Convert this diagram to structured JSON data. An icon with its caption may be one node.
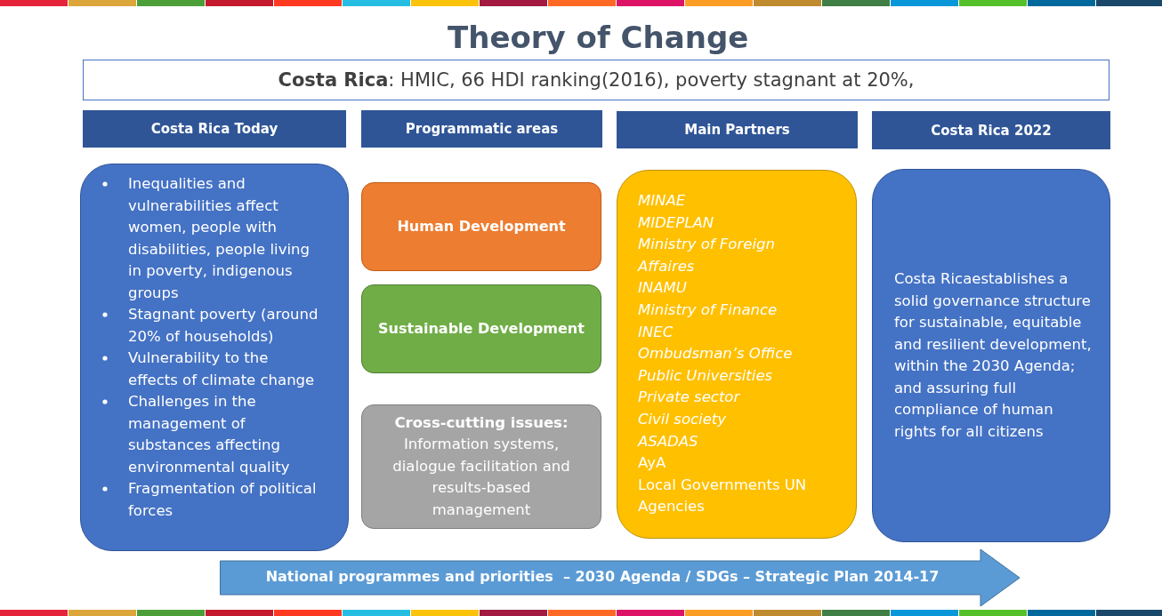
{
  "diagram": {
    "title": "Theory of Change",
    "nodes": [
      {
        "text": [
          "**Costa Rica**: HMIC, 66 HDI ranking(2016), poverty stagnant at 20%,"
        ]
      },
      {
        "text": [
          "Costa Rica Today"
        ]
      },
      {
        "text": [
          "Programmatic areas"
        ]
      },
      {
        "text": [
          "Main Partners"
        ]
      },
      {
        "text": [
          "Costa Rica 2022"
        ]
      },
      {
        "text": [
          "Inequalities and vulnerabilities affect women, people with disabilities, people living in poverty, indigenous groups",
          "Stagnant poverty (around 20% of households)",
          "Vulnerability to the effects of climate change",
          "Challenges in the management of substances affecting environmental quality",
          "Fragmentation of political forces"
        ]
      },
      {
        "text": [
          "Human Development"
        ]
      },
      {
        "text": [
          "Sustainable Development"
        ]
      },
      {
        "text": [
          "Cross-cutting issues:",
          "Information systems, dialogue facilitation and results-based management"
        ]
      },
      {
        "text": [
          "*MINAE*",
          "*MIDEPLAN*",
          "*Ministry of Foreign Affaires*",
          "*INAMU*",
          "*Ministry of Finance*",
          "*INEC*",
          "*Ombudsman’s Office*",
          "*Public Universities*",
          "*Private sector*",
          "*Civil society*",
          "*ASADAS*",
          "AyA",
          "Local Governments UN Agencies"
        ]
      },
      {
        "text": [
          "Costa Ricaestablishes a solid governance structure for sustainable, equitable and resilient development, within the 2030 Agenda; and assuring full compliance of human rights for all citizens"
        ]
      },
      {
        "text": [
          "National programmes and priorities  – 2030 Agenda / SDGs – Strategic Plan 2014-17"
        ]
      }
    ],
    "edges": []
  }
}
